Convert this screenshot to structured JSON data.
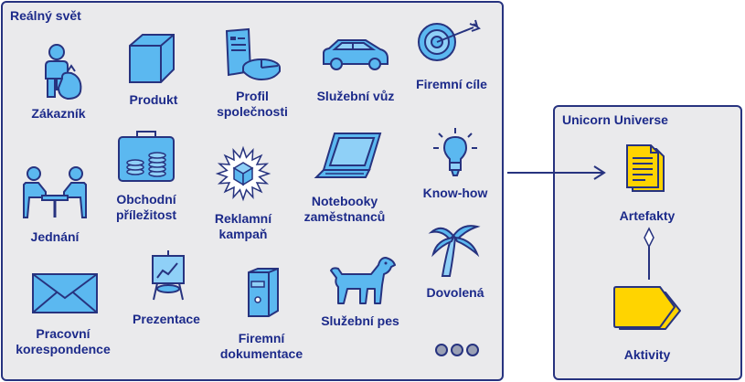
{
  "colors": {
    "stroke": "#27337f",
    "label": "#1c2a8a",
    "icon_fill": "#5bb8f0",
    "icon_fill_light": "#8fd0f7",
    "panel_bg": "#eaeaec",
    "artifact_yellow": "#ffd400"
  },
  "real_world": {
    "title": "Reálný svět",
    "items": [
      {
        "icon": "customer-icon",
        "lines": [
          "Zákazník"
        ]
      },
      {
        "icon": "product-cube-icon",
        "lines": [
          "Produkt"
        ]
      },
      {
        "icon": "company-profile-icon",
        "lines": [
          "Profil",
          "společnosti"
        ]
      },
      {
        "icon": "company-car-icon",
        "lines": [
          "Služební vůz"
        ]
      },
      {
        "icon": "target-icon",
        "lines": [
          "Firemní cíle"
        ]
      },
      {
        "icon": "meeting-icon",
        "lines": [
          "Jednání"
        ]
      },
      {
        "icon": "money-briefcase-icon",
        "lines": [
          "Obchodní",
          "příležitost"
        ]
      },
      {
        "icon": "campaign-starburst-icon",
        "lines": [
          "Reklamní",
          "kampaň"
        ]
      },
      {
        "icon": "laptop-icon",
        "lines": [
          "Notebooky",
          "zaměstnanců"
        ]
      },
      {
        "icon": "lightbulb-icon",
        "lines": [
          "Know-how"
        ]
      },
      {
        "icon": "envelope-icon",
        "lines": [
          "Pracovní",
          "korespondence"
        ]
      },
      {
        "icon": "presentation-easel-icon",
        "lines": [
          "Prezentace"
        ]
      },
      {
        "icon": "binder-icon",
        "lines": [
          "Firemní",
          "dokumentace"
        ]
      },
      {
        "icon": "dog-icon",
        "lines": [
          "Služební pes"
        ]
      },
      {
        "icon": "palm-tree-icon",
        "lines": [
          "Dovolená"
        ]
      }
    ],
    "more_indicator": "more-dots-icon"
  },
  "unicorn_universe": {
    "title": "Unicorn Universe",
    "artifacts": {
      "icon": "artifact-document-icon",
      "label": "Artefakty"
    },
    "activities": {
      "icon": "activity-tag-icon",
      "label": "Aktivity"
    },
    "relation": "diamond-connector"
  }
}
